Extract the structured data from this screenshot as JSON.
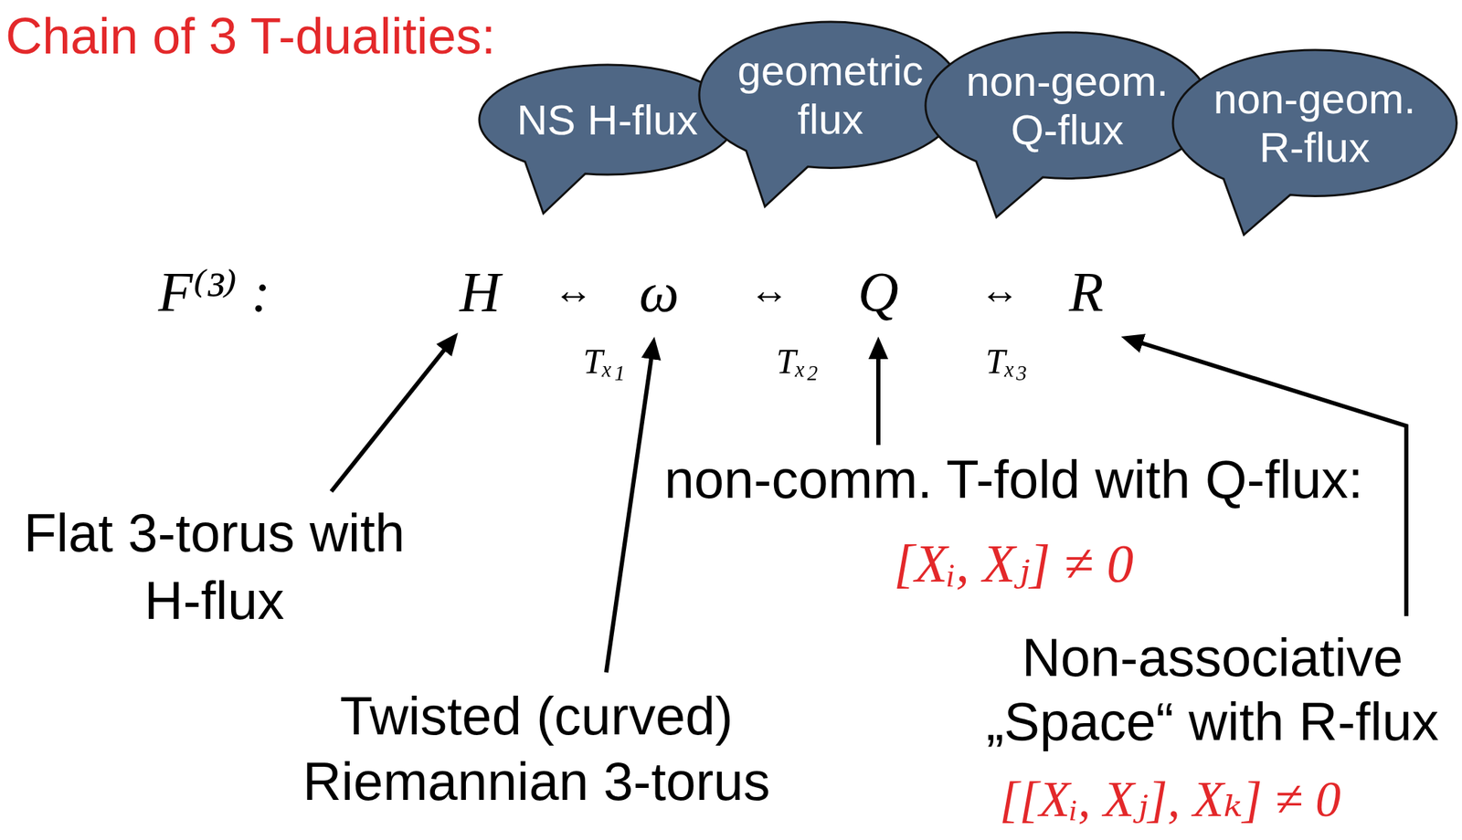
{
  "diagram": {
    "title": "Chain of 3 T-dualities:",
    "nodes": [
      {
        "text": [
          "NS H-flux"
        ]
      },
      {
        "text": [
          "geometric flux"
        ]
      },
      {
        "text": [
          "non-geom. Q-flux"
        ]
      },
      {
        "text": [
          "non-geom. R-flux"
        ]
      }
    ],
    "labels": [
      "F⁽³⁾ :",
      "H",
      "↔",
      "ω",
      "↔",
      "Q",
      "↔",
      "R",
      "Tₓ₁",
      "Tₓ₂",
      "Tₓ₃",
      "Flat 3-torus with H-flux",
      "Twisted (curved) Riemannian 3-torus",
      "non-comm. T-fold with Q-flux:",
      "[Xᵢ, Xⱼ] ≠ 0",
      "Non-associative „Space“ with R-flux",
      "[[Xᵢ, Xⱼ], Xₖ] ≠ 0"
    ]
  }
}
